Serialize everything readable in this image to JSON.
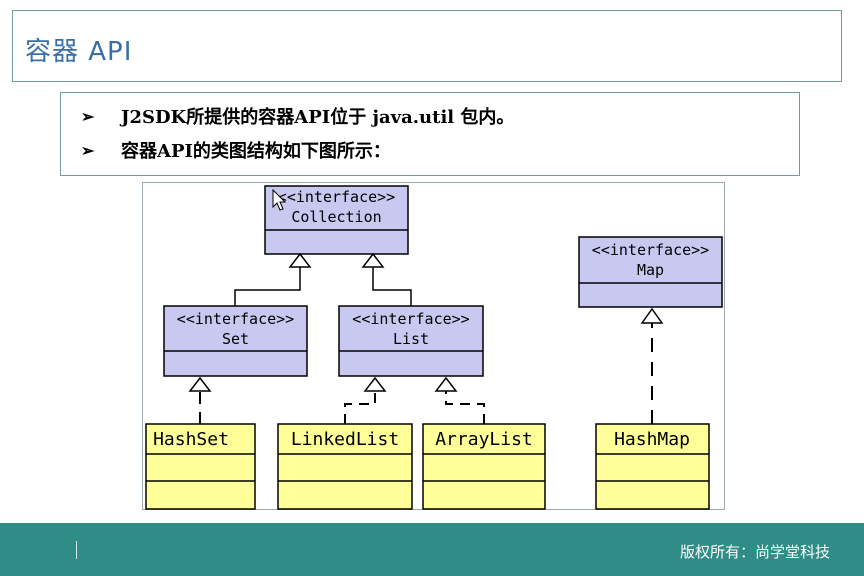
{
  "slide": {
    "title": "容器 API",
    "bullets": [
      {
        "marker": "➢",
        "text": "J2SDK所提供的容器API位于 java.util 包内。"
      },
      {
        "marker": "➢",
        "text": "容器API的类图结构如下图所示："
      }
    ]
  },
  "diagram": {
    "interfaces": [
      {
        "stereotype": "<<interface>>",
        "name": "Collection"
      },
      {
        "stereotype": "<<interface>>",
        "name": "Set"
      },
      {
        "stereotype": "<<interface>>",
        "name": "List"
      },
      {
        "stereotype": "<<interface>>",
        "name": "Map"
      }
    ],
    "classes": [
      {
        "name": "HashSet"
      },
      {
        "name": "LinkedList"
      },
      {
        "name": "ArrayList"
      },
      {
        "name": "HashMap"
      }
    ],
    "colors": {
      "interface_fill": "#c8c8f0",
      "class_fill": "#ffff99",
      "border": "#000000"
    }
  },
  "footer": {
    "copyright": "版权所有：尚学堂科技",
    "background": "#2f8c86"
  }
}
